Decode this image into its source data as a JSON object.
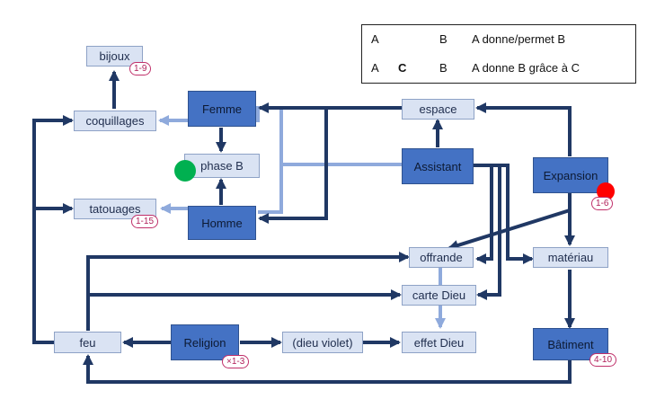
{
  "nodes": {
    "bijoux": "bijoux",
    "coquillages": "coquillages",
    "tatouages": "tatouages",
    "femme": "Femme",
    "phase_b": "phase B",
    "homme": "Homme",
    "espace": "espace",
    "assistant": "Assistant",
    "expansion": "Expansion",
    "offrande": "offrande",
    "materiau": "matériau",
    "carte_dieu": "carte Dieu",
    "feu": "feu",
    "religion": "Religion",
    "dieu_violet": "(dieu violet)",
    "effet_dieu": "effet Dieu",
    "batiment": "Bâtiment"
  },
  "badges": {
    "bijoux": "1-9",
    "tatouages": "1-15",
    "expansion": "1-6",
    "religion": "×1-3",
    "batiment": "4-10"
  },
  "legend": {
    "a1": "A",
    "b1": "B",
    "desc1": "A donne/permet  B",
    "a2": "A",
    "c2": "C",
    "b2": "B",
    "desc2": "A donne  B grâce à C"
  },
  "colors": {
    "dark_arrow": "#203864",
    "light_arrow": "#8faadc",
    "dark_node": "#4472c4",
    "light_node": "#dae3f3",
    "badge": "#c0306a",
    "dot_green": "#00b050",
    "dot_red": "#ff0000"
  }
}
